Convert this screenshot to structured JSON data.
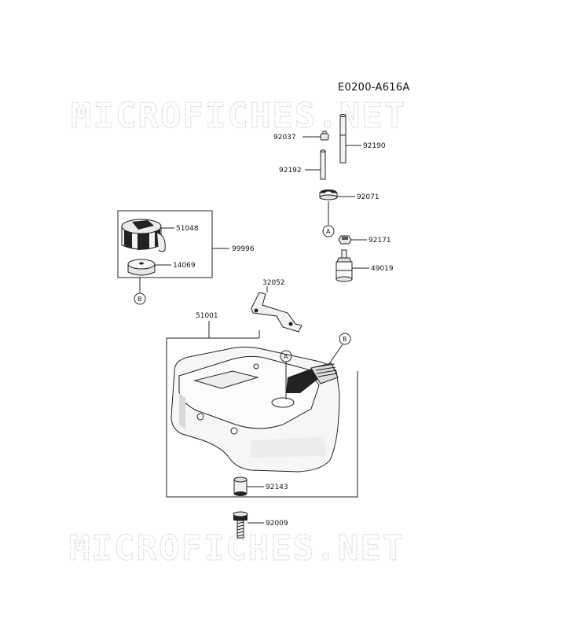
{
  "diagram_code": "E0200-A616A",
  "watermark": "MICROFICHES.NET",
  "ref_markers": {
    "a": "A",
    "b": "B"
  },
  "parts": {
    "p92037": "92037",
    "p92190": "92190",
    "p92192": "92192",
    "p92071": "92071",
    "p92171": "92171",
    "p49019": "49019",
    "p51048": "51048",
    "p99996": "99996",
    "p14069": "14069",
    "p32052": "32052",
    "p51001": "51001",
    "p92143": "92143",
    "p92009": "92009"
  },
  "colors": {
    "ink": "#222222",
    "watermark": "#cfcfcf",
    "shade": "#111111"
  }
}
